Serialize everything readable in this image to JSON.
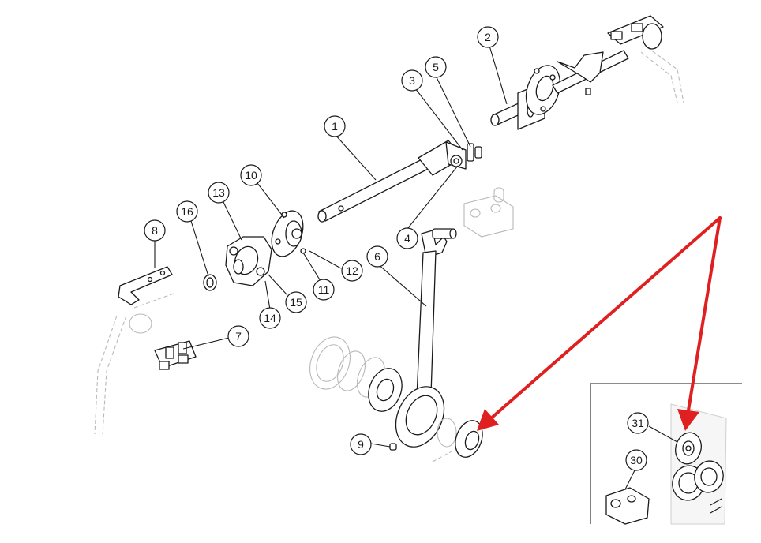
{
  "diagram": {
    "callouts": [
      {
        "id": "1",
        "label": "1"
      },
      {
        "id": "2",
        "label": "2"
      },
      {
        "id": "3",
        "label": "3"
      },
      {
        "id": "4",
        "label": "4"
      },
      {
        "id": "5",
        "label": "5"
      },
      {
        "id": "6",
        "label": "6"
      },
      {
        "id": "7",
        "label": "7"
      },
      {
        "id": "8",
        "label": "8"
      },
      {
        "id": "9",
        "label": "9"
      },
      {
        "id": "10",
        "label": "10"
      },
      {
        "id": "11",
        "label": "11"
      },
      {
        "id": "12",
        "label": "12"
      },
      {
        "id": "13",
        "label": "13"
      },
      {
        "id": "14",
        "label": "14"
      },
      {
        "id": "15",
        "label": "15"
      },
      {
        "id": "16",
        "label": "16"
      }
    ],
    "inset_callouts": [
      {
        "id": "30",
        "label": "30"
      },
      {
        "id": "31",
        "label": "31"
      }
    ],
    "colors": {
      "line": "#1a1a1a",
      "ghost": "#b9b9b9",
      "arrow": "#e02020",
      "background": "#ffffff"
    }
  }
}
